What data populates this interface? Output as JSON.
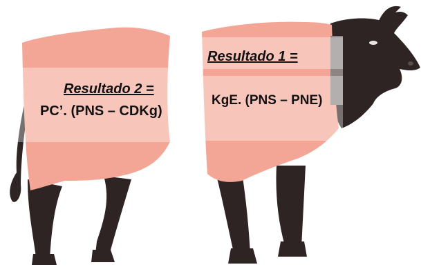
{
  "colors": {
    "cut_fill": "#f3a696",
    "overlay": "#ffffff",
    "animal": "#2e2424",
    "grey_band": "#8c8584"
  },
  "icons": {
    "front_half": "cow-front-half-icon",
    "rear_half": "cow-rear-half-icon"
  },
  "result1": {
    "title": "Resultado 1 =",
    "formula": "KgE. (PNS – PNE)"
  },
  "result2": {
    "title": "Resultado 2 =",
    "formula": "PC’. (PNS – CDKg)"
  }
}
